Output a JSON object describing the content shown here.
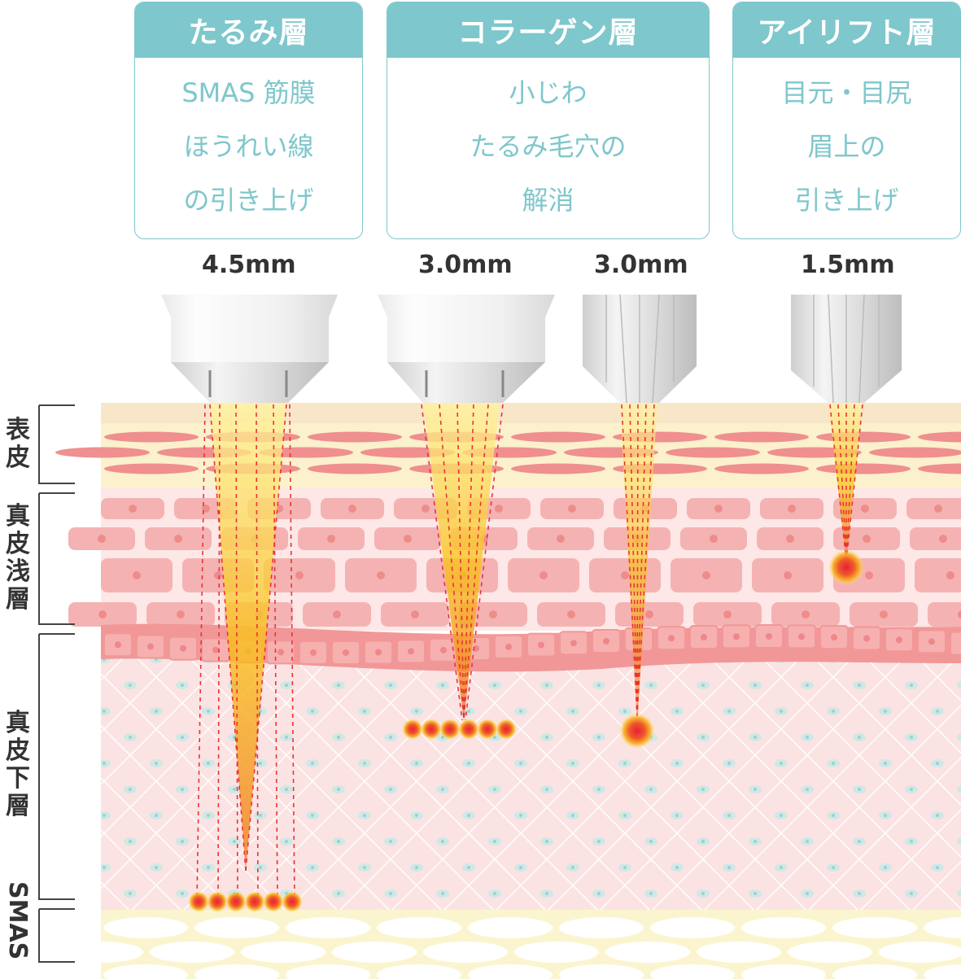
{
  "cards": [
    {
      "title": "たるみ層",
      "lines": [
        "SMAS 筋膜",
        "ほうれい線",
        "の引き上げ"
      ]
    },
    {
      "title": "コラーゲン層",
      "lines": [
        "小じわ",
        "たるみ毛穴の",
        "解消"
      ]
    },
    {
      "title": "アイリフト層",
      "lines": [
        "目元・目尻",
        "眉上の",
        "引き上げ"
      ]
    }
  ],
  "depths": [
    "4.5mm",
    "3.0mm",
    "3.0mm",
    "1.5mm"
  ],
  "layers": {
    "epidermis": [
      "表",
      "皮"
    ],
    "dermis_upper": [
      "真",
      "皮",
      "浅",
      "層"
    ],
    "dermis_lower": [
      "真",
      "皮",
      "下",
      "層"
    ],
    "smas": "SMAS"
  },
  "colors": {
    "accent": "#7ec7cc",
    "epidermis": "#f8e6c8",
    "fiber": "#ef8f8f",
    "cell": "#f4a9a8",
    "dermis": "#fbe3e3",
    "fat": "#fbf5cf",
    "beam": "#f7c21c",
    "dot": "#e8333a"
  }
}
